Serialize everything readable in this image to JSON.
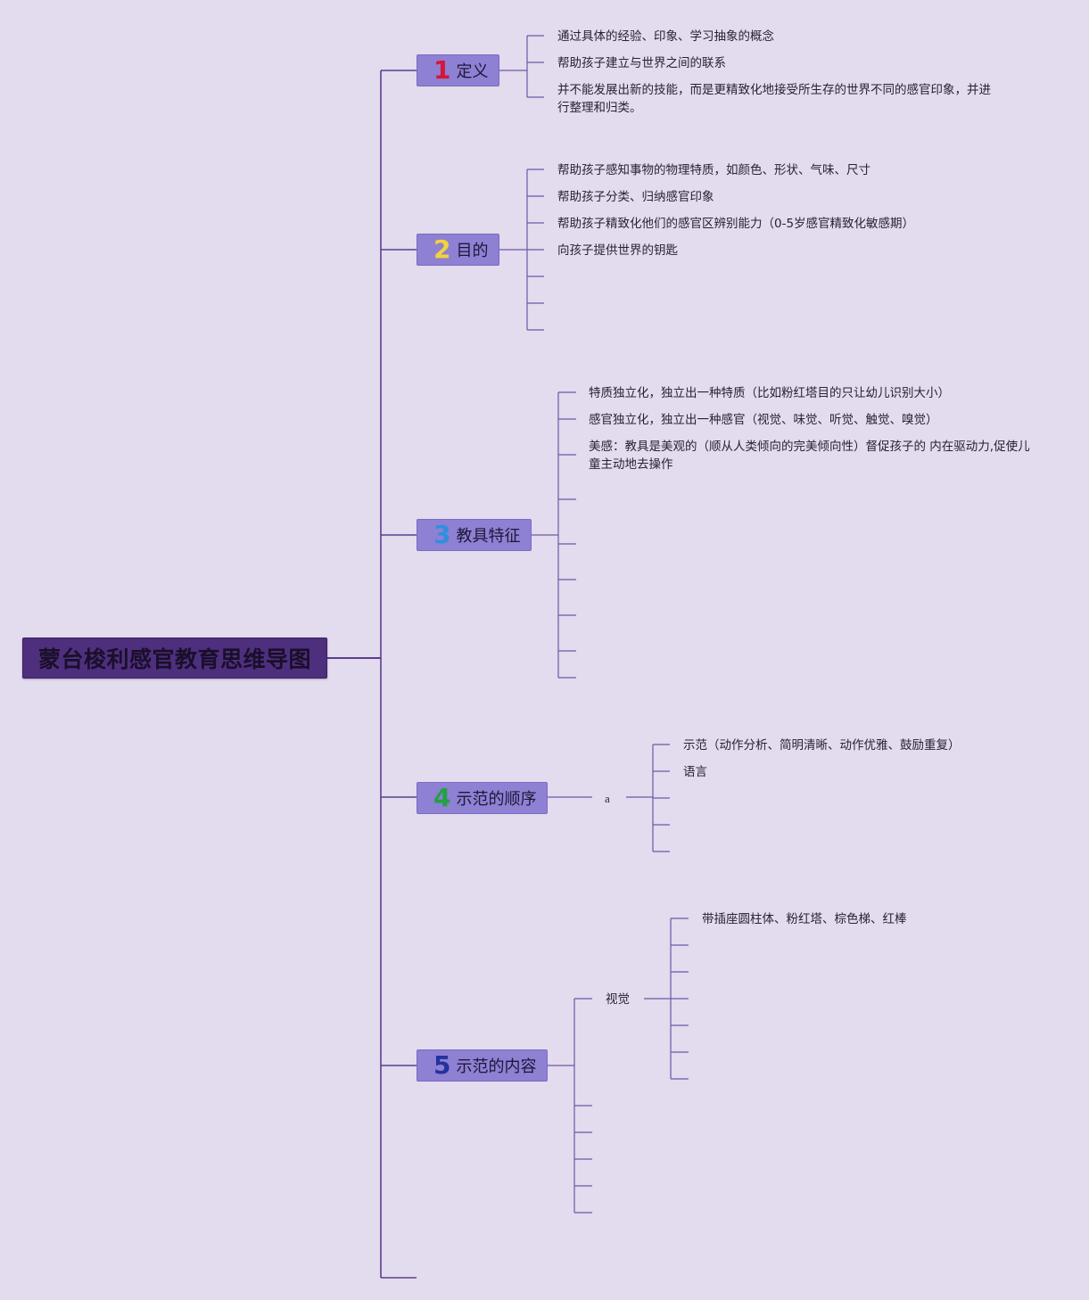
{
  "root": {
    "title": "蒙台梭利感官教育思维导图"
  },
  "branches": [
    {
      "number": "1",
      "number_color": "#d8143a",
      "title": "定义",
      "items": [
        "通过具体的经验、印象、学习抽象的概念",
        "帮助孩子建立与世界之间的联系",
        "并不能发展出新的技能，而是更精致化地接受所生存的世界不同的感官印象，并进行整理和归类。"
      ]
    },
    {
      "number": "2",
      "number_color": "#f2d33a",
      "title": "目的",
      "items": [
        "帮助孩子感知事物的物理特质，如颜色、形状、气味、尺寸",
        "帮助孩子分类、归纳感官印象",
        "帮助孩子精致化他们的感官区辨别能力（0-5岁感官精致化敏感期）",
        "向孩子提供世界的钥匙"
      ]
    },
    {
      "number": "3",
      "number_color": "#2f8fe0",
      "title": "教具特征",
      "items": [
        "特质独立化，独立出一种特质（比如粉红塔目的只让幼儿识别大小）",
        "感官独立化，独立出一种感官（视觉、味觉、听觉、触觉、嗅觉）",
        "美感：教具是美观的（顺从人类倾向的完美倾向性）督促孩子的 内在驱动力,促使儿童主动地去操作"
      ]
    },
    {
      "number": "4",
      "number_color": "#24a046",
      "title": "示范的顺序",
      "sub": "a",
      "items": [
        "示范（动作分析、简明清晰、动作优雅、鼓励重复）",
        "语言"
      ]
    },
    {
      "number": "5",
      "number_color": "#23339e",
      "title": "示范的内容",
      "sub": "视觉",
      "items": [
        "带插座圆柱体、粉红塔、棕色梯、红棒"
      ]
    }
  ],
  "colors": {
    "background": "#e3dbee",
    "line": "#5a3f8e",
    "topic_fill": "#8e80d2",
    "root_fill": "#4e2f7e"
  }
}
